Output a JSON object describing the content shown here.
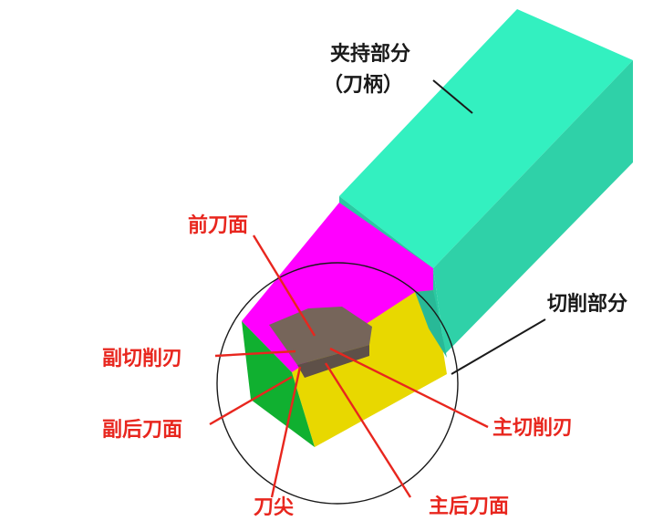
{
  "labels": {
    "clamping_part": "夹持部分",
    "tool_shank": "（刀柄）",
    "cutting_part": "切削部分",
    "rake_face": "前刀面",
    "minor_cutting_edge": "副切削刃",
    "minor_flank": "副后刀面",
    "tool_tip": "刀尖",
    "major_flank": "主后刀面",
    "major_cutting_edge": "主切削刃"
  },
  "colors": {
    "shank_top": "#33f0c0",
    "shank_side": "#2fd1a8",
    "shank_shadow": "#28b997",
    "rake_face": "#ff00ff",
    "insert": "#76655a",
    "major_flank": "#e8d800",
    "minor_flank": "#10b030",
    "leader_red": "#e8261e",
    "leader_black": "#1a1a1a"
  }
}
